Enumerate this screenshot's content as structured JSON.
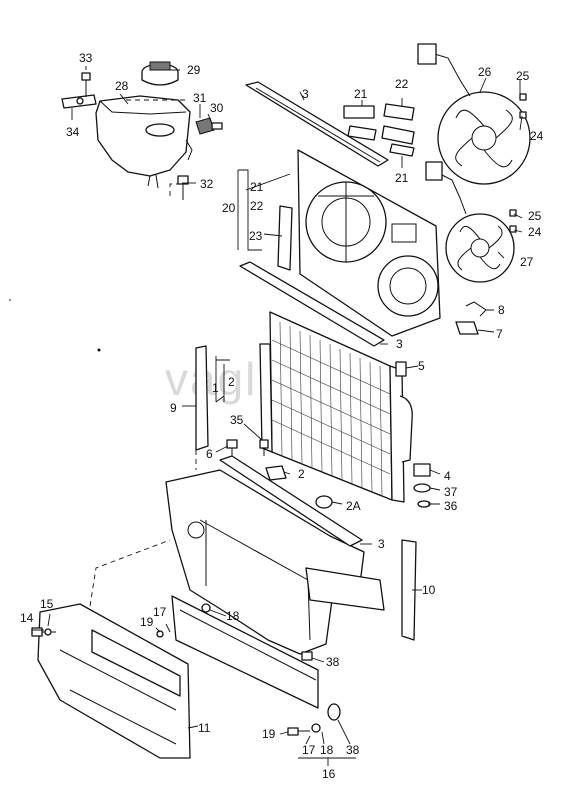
{
  "watermark": "vagli...ru",
  "callouts": {
    "c1": "1",
    "c2a": "2",
    "c2b": "2",
    "c2A": "2A",
    "c3a": "3",
    "c3b": "3",
    "c3c": "3",
    "c4": "4",
    "c5": "5",
    "c6": "6",
    "c7": "7",
    "c8": "8",
    "c9": "9",
    "c10": "10",
    "c11": "11",
    "c14": "14",
    "c15": "15",
    "c16": "16",
    "c17a": "17",
    "c17b": "17",
    "c18a": "18",
    "c18b": "18",
    "c19a": "19",
    "c19b": "19",
    "c20": "20",
    "c21a": "21",
    "c21b": "21",
    "c21c": "21",
    "c22a": "22",
    "c22b": "22",
    "c23": "23",
    "c24a": "24",
    "c24b": "24",
    "c25a": "25",
    "c25b": "25",
    "c26": "26",
    "c27": "27",
    "c28": "28",
    "c29": "29",
    "c30": "30",
    "c31": "31",
    "c32": "32",
    "c33": "33",
    "c34": "34",
    "c35": "35",
    "c36": "36",
    "c37": "37",
    "c38a": "38",
    "c38b": "38"
  },
  "icons": {
    "fan": "fan-icon",
    "radiator": "radiator-icon",
    "reservoir": "coolant-reservoir-icon",
    "bolt": "bolt-icon"
  }
}
